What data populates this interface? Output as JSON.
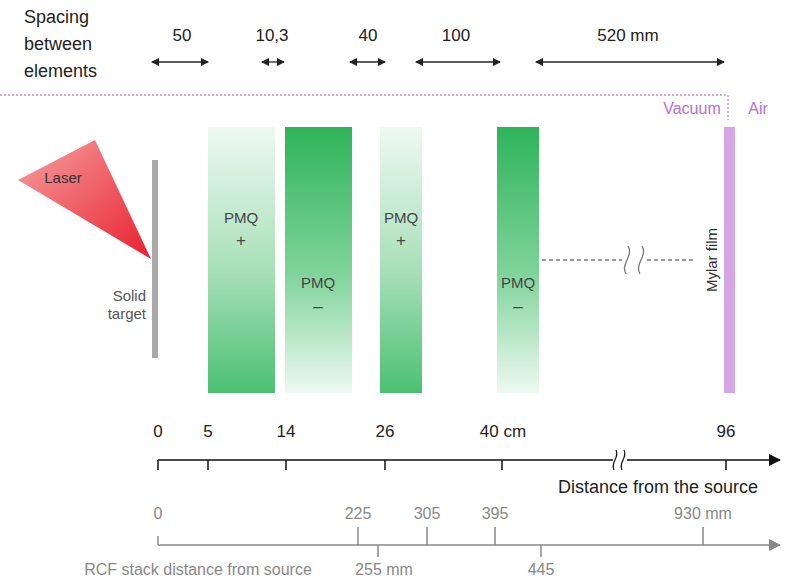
{
  "diagram": {
    "nodes": [
      {
        "text": [
          "Laser"
        ]
      },
      {
        "text": [
          "Solid target"
        ]
      },
      {
        "text": [
          "PMQ",
          "+"
        ]
      },
      {
        "text": [
          "PMQ",
          "–"
        ]
      },
      {
        "text": [
          "PMQ",
          "+"
        ]
      },
      {
        "text": [
          "PMQ",
          "–"
        ]
      },
      {
        "text": [
          "Mylar film"
        ]
      }
    ],
    "edges": [
      {
        "from": 5,
        "to": 6,
        "arrow": "none"
      }
    ],
    "labels": [
      "Spacing between elements",
      "50",
      "10,3",
      "40",
      "100",
      "520 mm",
      "Vacuum",
      "Air",
      "0",
      "5",
      "14",
      "26",
      "40 cm",
      "96",
      "Distance from the source",
      "0",
      "225",
      "305",
      "395",
      "930 mm",
      "RCF stack distance from source",
      "255 mm",
      "445"
    ]
  }
}
